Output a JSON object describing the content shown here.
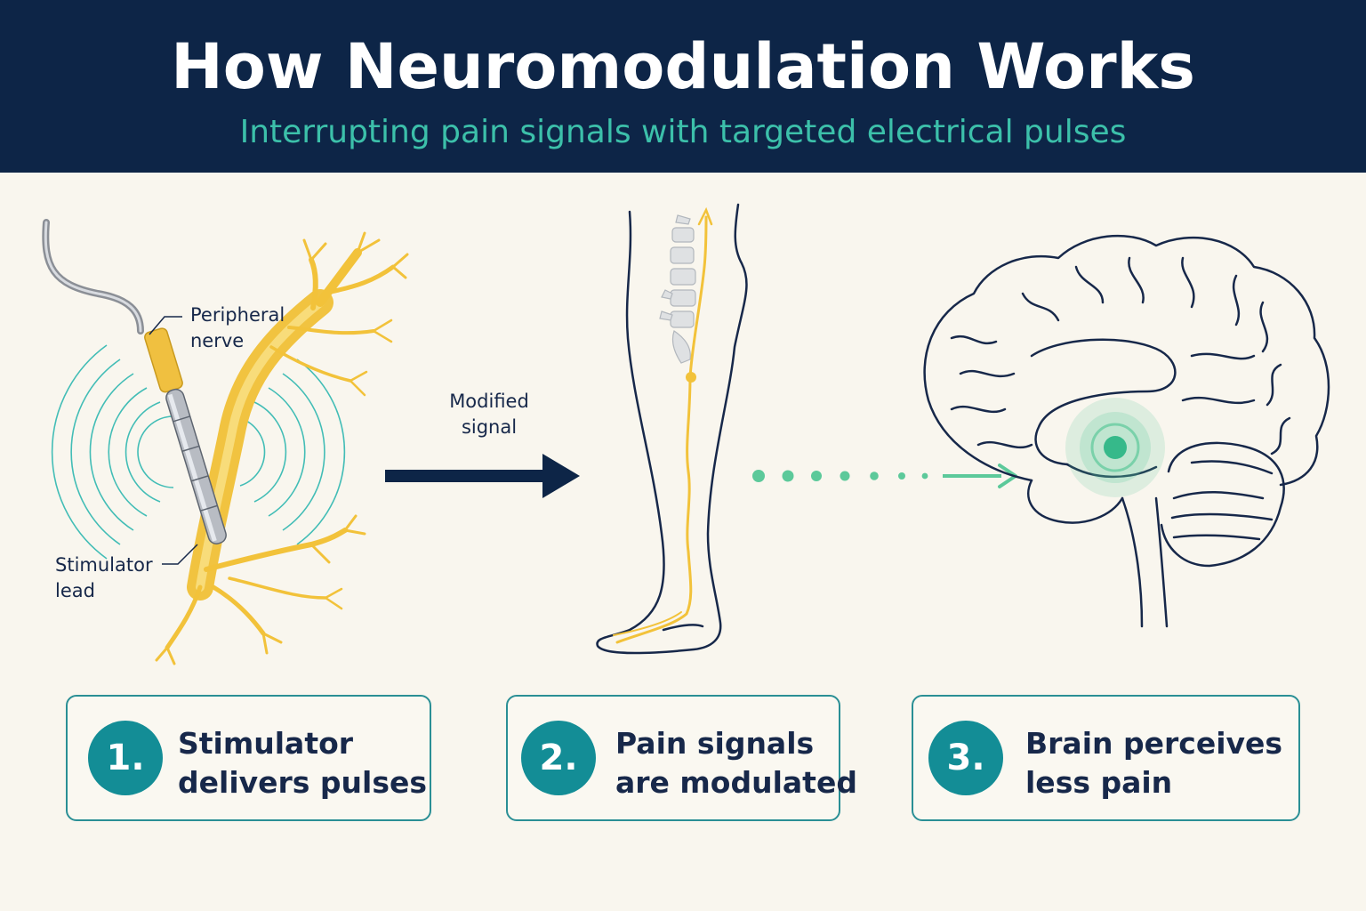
{
  "header": {
    "title": "How Neuromodulation Works",
    "subtitle": "Interrupting pain signals with targeted electrical pulses"
  },
  "diagram": {
    "peripheral_nerve_label_line1": "Peripheral",
    "peripheral_nerve_label_line2": "nerve",
    "stimulator_lead_label_line1": "Stimulator",
    "stimulator_lead_label_line2": "lead",
    "modified_signal_line1": "Modified",
    "modified_signal_line2": "signal"
  },
  "steps": [
    {
      "number": "1.",
      "line1": "Stimulator",
      "line2": "delivers pulses"
    },
    {
      "number": "2.",
      "line1": "Pain signals",
      "line2": "are modulated"
    },
    {
      "number": "3.",
      "line1": "Brain perceives",
      "line2": "less pain"
    }
  ],
  "colors": {
    "header_bg": "#0d2547",
    "accent_teal": "#3cc0aa",
    "badge_teal": "#138d96",
    "nerve_yellow": "#f2c23a",
    "outline_navy": "#17284a",
    "signal_green": "#5cc99a"
  }
}
